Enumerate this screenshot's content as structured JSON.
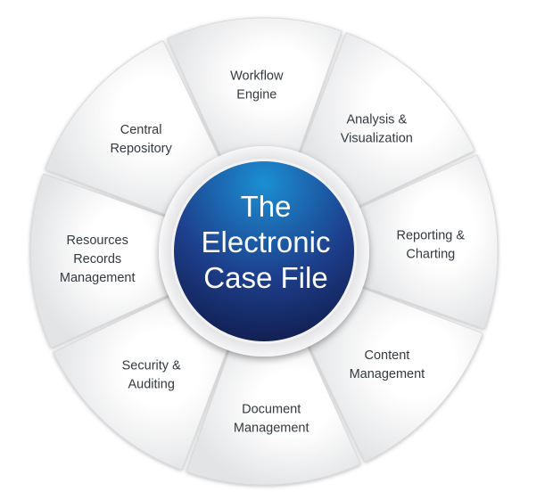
{
  "hub": {
    "lines": [
      "The",
      "Electronic",
      "Case File"
    ]
  },
  "segments": [
    {
      "lines": [
        "Workflow",
        "Engine"
      ]
    },
    {
      "lines": [
        "Analysis &",
        "Visualization"
      ]
    },
    {
      "lines": [
        "Reporting &",
        "Charting"
      ]
    },
    {
      "lines": [
        "Content",
        "Management"
      ]
    },
    {
      "lines": [
        "Document",
        "Management"
      ]
    },
    {
      "lines": [
        "Security &",
        "Auditing"
      ]
    },
    {
      "lines": [
        "Resources",
        "Records",
        "Management"
      ]
    },
    {
      "lines": [
        "Central",
        "Repository"
      ]
    }
  ],
  "colors": {
    "hub_light": "#1b8fd3",
    "hub_mid": "#1d3f8c",
    "hub_dark": "#101a48",
    "segment_light": "#ffffff",
    "segment_shade": "#e3e4e6",
    "text": "#333a40"
  }
}
